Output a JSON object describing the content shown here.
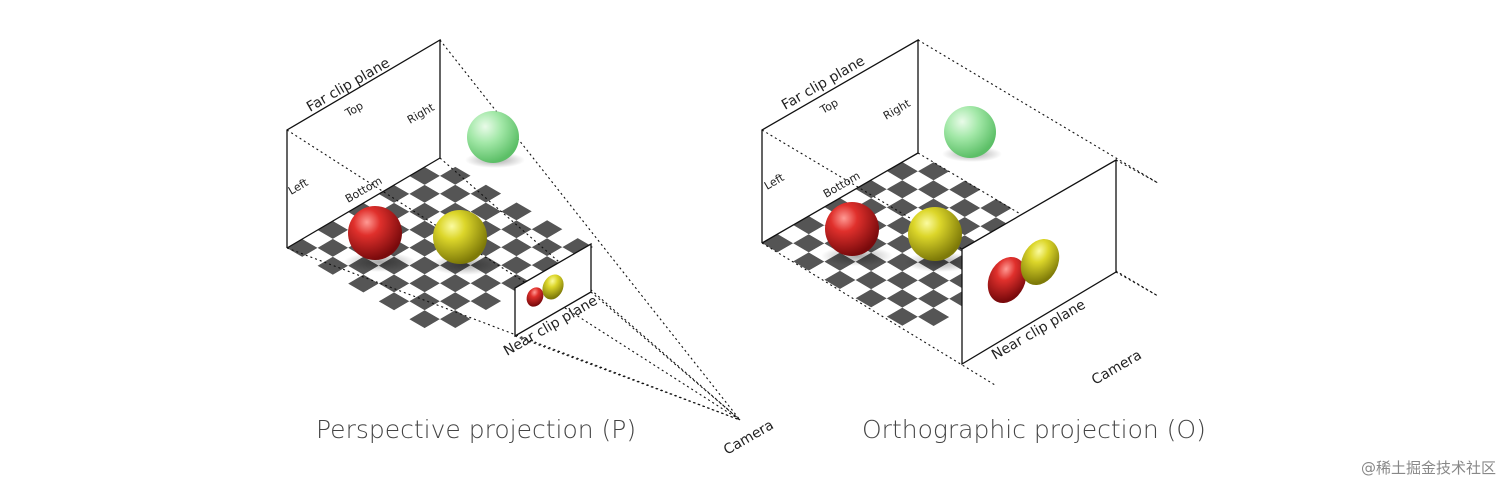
{
  "perspective": {
    "far_plane": "Far clip plane",
    "top": "Top",
    "right": "Right",
    "left": "Left",
    "bottom": "Bottom",
    "near_plane": "Near clip plane",
    "camera": "Camera",
    "caption": "Perspective projection (P)"
  },
  "orthographic": {
    "far_plane": "Far clip plane",
    "top": "Top",
    "right": "Right",
    "left": "Left",
    "bottom": "Bottom",
    "near_plane": "Near clip plane",
    "camera": "Camera",
    "caption": "Orthographic projection (O)"
  },
  "watermark": "@稀土掘金技术社区",
  "colors": {
    "red_sphere": "#c8191c",
    "yellow_sphere": "#d4cf1e",
    "green_sphere": "#8fe09a",
    "checker_dark": "#555555",
    "checker_light": "#ffffff"
  }
}
